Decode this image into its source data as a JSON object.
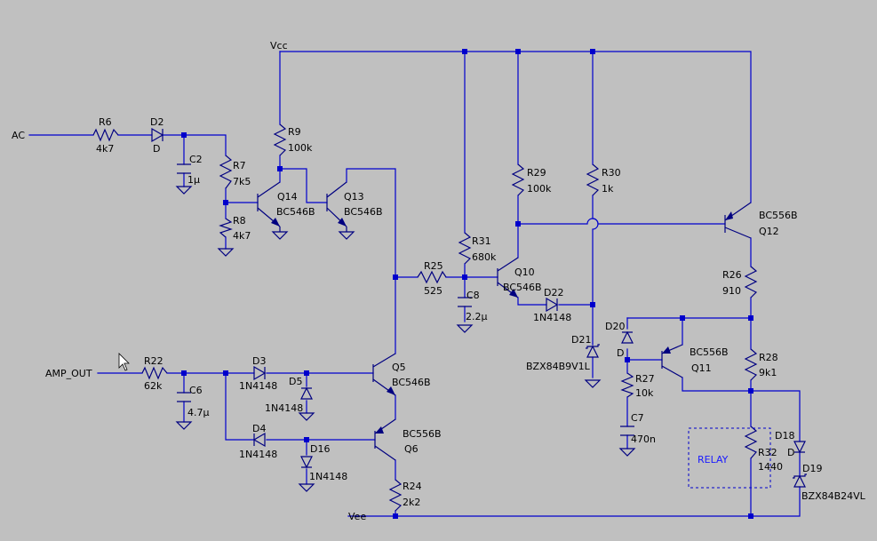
{
  "colors": {
    "background": "#c0c0c0",
    "wire": "#0000cc",
    "component": "#000080",
    "text": "#000000",
    "relay_label": "#1a1aff"
  },
  "nets": {
    "vcc": "Vcc",
    "vee": "Vee",
    "ac": "AC",
    "amp_out": "AMP_OUT"
  },
  "relay_label": "RELAY",
  "components": {
    "R6": {
      "name": "R6",
      "value": "4k7"
    },
    "D2": {
      "name": "D2",
      "value": "D"
    },
    "C2": {
      "name": "C2",
      "value": "1µ"
    },
    "R7": {
      "name": "R7",
      "value": "7k5"
    },
    "R8": {
      "name": "R8",
      "value": "4k7"
    },
    "R9": {
      "name": "R9",
      "value": "100k"
    },
    "Q14": {
      "name": "Q14",
      "value": "BC546B"
    },
    "Q13": {
      "name": "Q13",
      "value": "BC546B"
    },
    "R29": {
      "name": "R29",
      "value": "100k"
    },
    "R30": {
      "name": "R30",
      "value": "1k"
    },
    "R31": {
      "name": "R31",
      "value": "680k"
    },
    "R25": {
      "name": "R25",
      "value": "525"
    },
    "C8": {
      "name": "C8",
      "value": "2.2µ"
    },
    "Q10": {
      "name": "Q10",
      "value": "BC546B"
    },
    "D22": {
      "name": "D22",
      "value": "1N4148"
    },
    "D21": {
      "name": "D21",
      "value": "BZX84B9V1L"
    },
    "Q12": {
      "name": "Q12",
      "value": "BC556B"
    },
    "R26": {
      "name": "R26",
      "value": "910"
    },
    "D20": {
      "name": "D20",
      "value": "D"
    },
    "Q11": {
      "name": "Q11",
      "value": "BC556B"
    },
    "R27": {
      "name": "R27",
      "value": "10k"
    },
    "C7": {
      "name": "C7",
      "value": "470n"
    },
    "R28": {
      "name": "R28",
      "value": "9k1"
    },
    "R32": {
      "name": "R32",
      "value": "1440"
    },
    "D18": {
      "name": "D18",
      "value": "D"
    },
    "D19": {
      "name": "D19",
      "value": "BZX84B24VL"
    },
    "R22": {
      "name": "R22",
      "value": "62k"
    },
    "C6": {
      "name": "C6",
      "value": "4.7µ"
    },
    "D3": {
      "name": "D3",
      "value": "1N4148"
    },
    "D5": {
      "name": "D5",
      "value": "1N4148"
    },
    "D4": {
      "name": "D4",
      "value": "1N4148"
    },
    "D16": {
      "name": "D16",
      "value": "1N4148"
    },
    "Q5": {
      "name": "Q5",
      "value": "BC546B"
    },
    "Q6": {
      "name": "Q6",
      "value": "BC556B"
    },
    "R24": {
      "name": "R24",
      "value": "2k2"
    }
  }
}
